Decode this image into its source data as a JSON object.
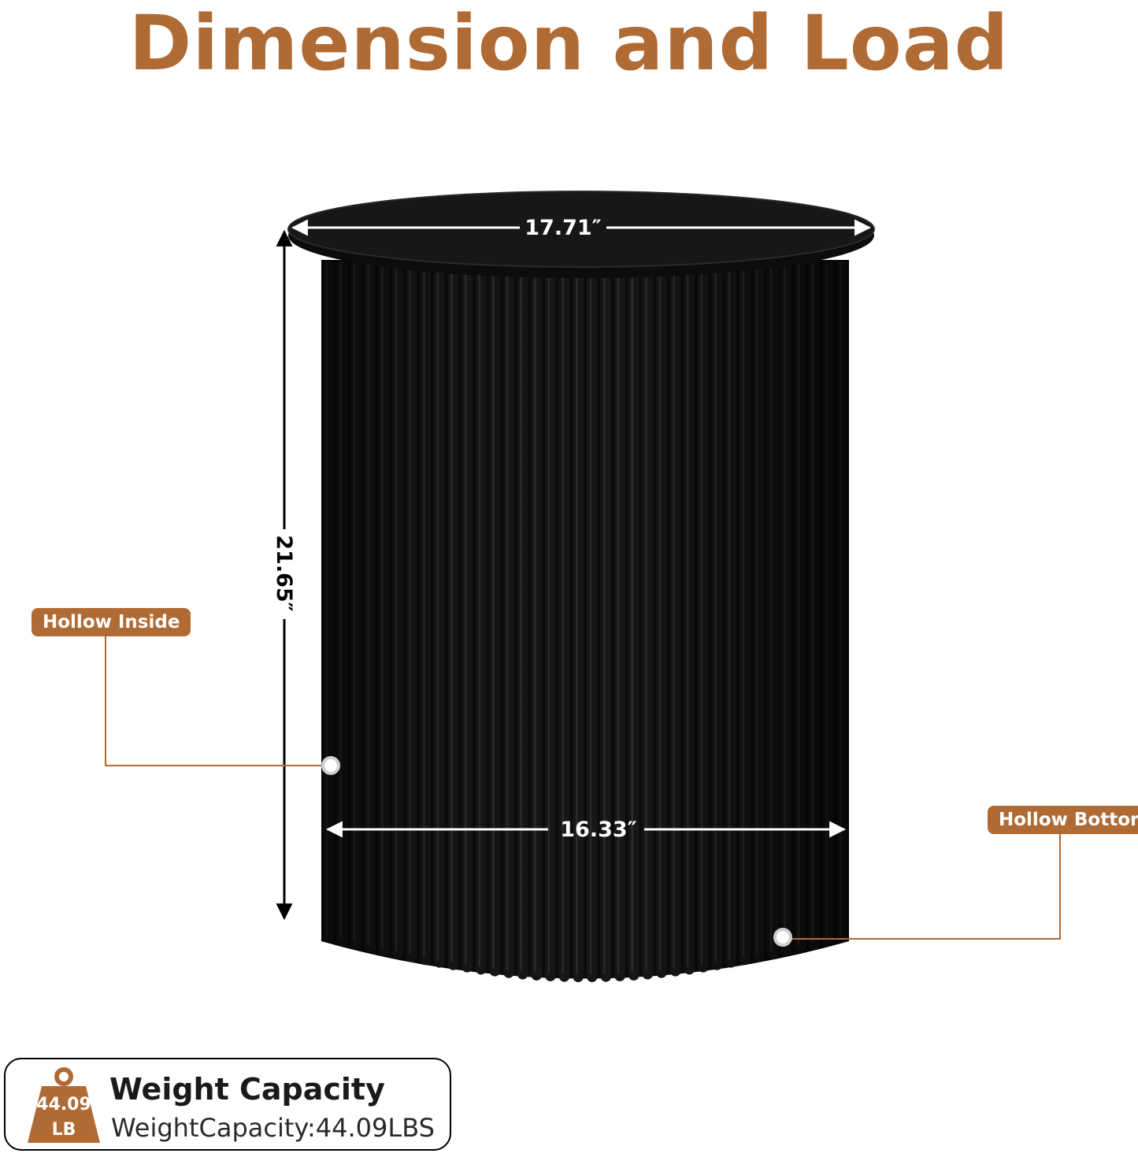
{
  "title": "Dimension and Load",
  "colors": {
    "accent": "#b06a34",
    "table_body": "#0b0b0b",
    "table_top": "#111111",
    "line": "#ffffff"
  },
  "dimensions": {
    "top_diameter": "17.71″",
    "height": "21.65″",
    "body_diameter": "16.33″"
  },
  "callouts": {
    "hollow_inside": "Hollow Inside",
    "hollow_bottom": "Hollow Bottom"
  },
  "weight_capacity": {
    "icon": "weight-icon",
    "icon_value": "44.09",
    "icon_unit": "LB",
    "heading": "Weight Capacity",
    "text": "WeightCapacity:44.09LBS"
  }
}
